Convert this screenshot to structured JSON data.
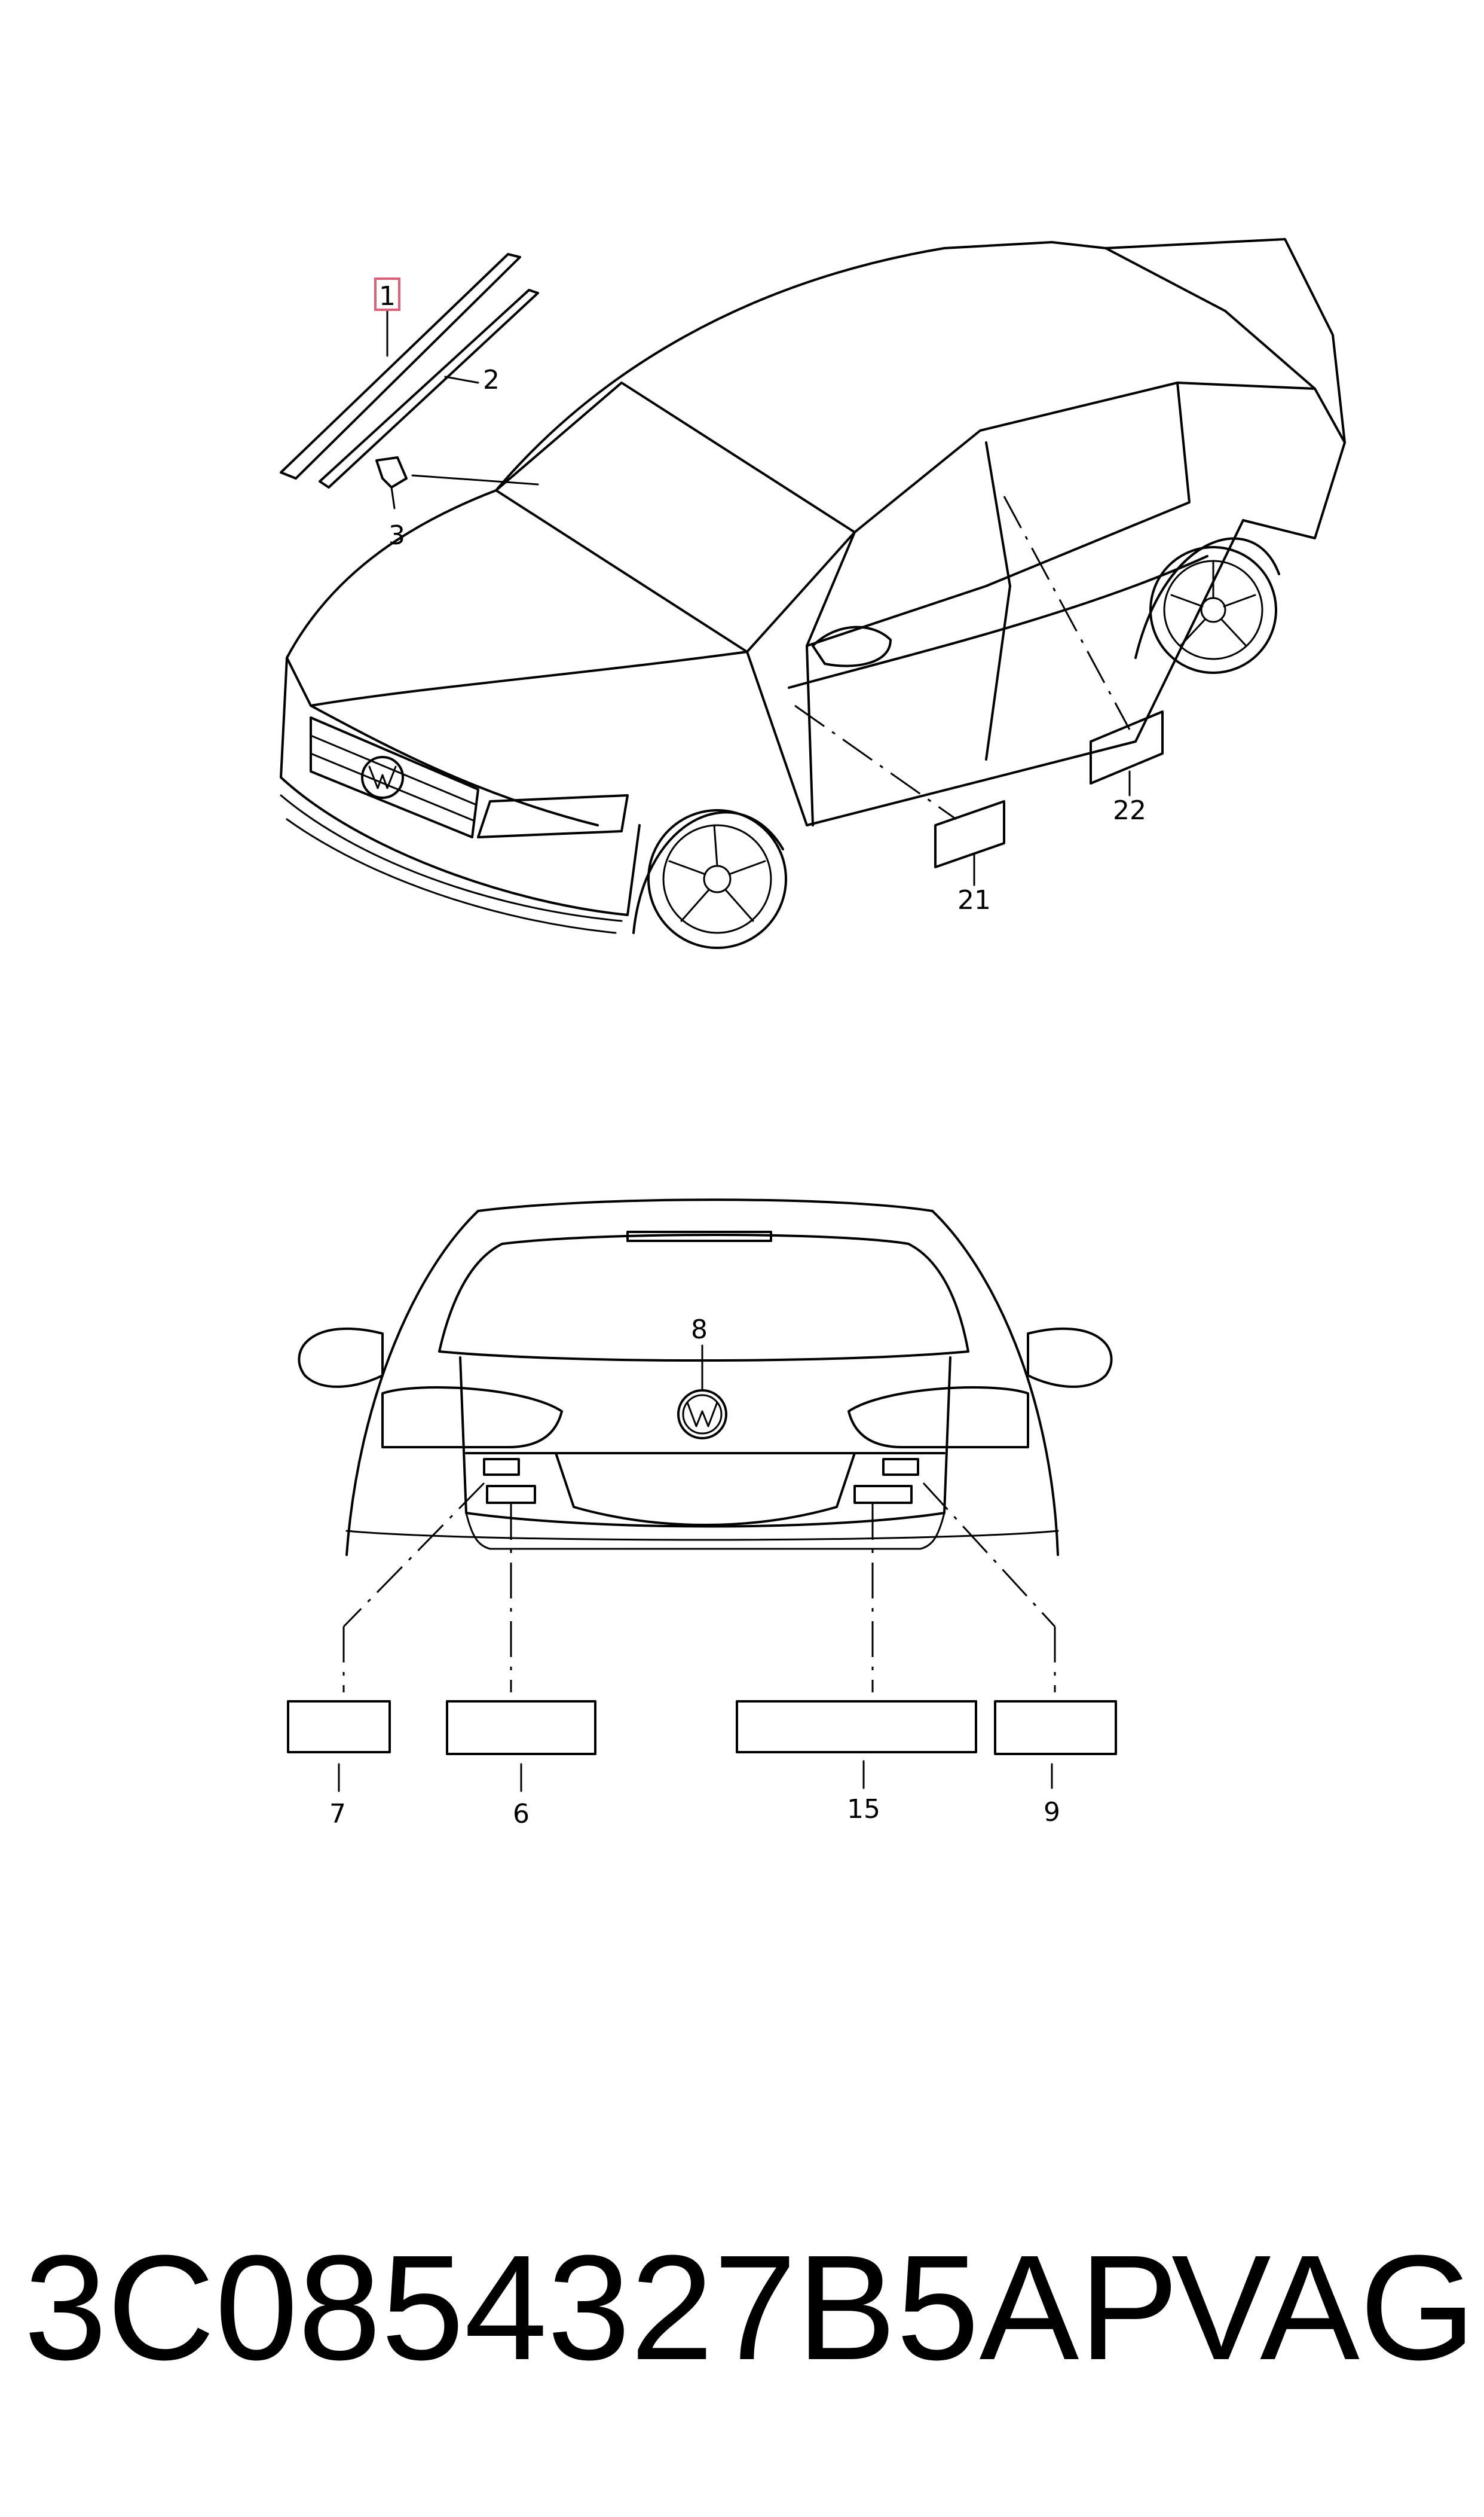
{
  "callouts": {
    "c1": "1",
    "c2": "2",
    "c3": "3",
    "c21": "21",
    "c22": "22",
    "c8": "8",
    "c7": "7",
    "c6": "6",
    "c15": "15",
    "c9": "9"
  },
  "highlight_color": "#e0607a",
  "footer": {
    "part_number": "3C0854327B5AP",
    "brand": "VAG"
  }
}
